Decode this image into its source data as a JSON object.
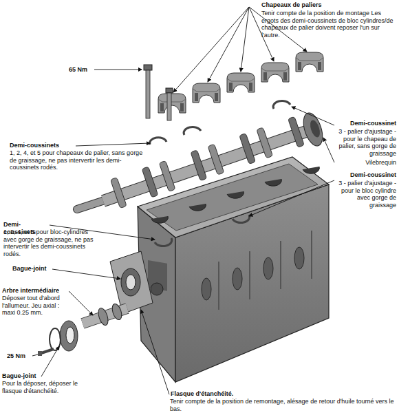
{
  "diagram": {
    "labels": [
      "Chapeaux de paliers",
      "Tenir compte de la position de montage Les ergots des demi-coussinets de bloc cylindres/de chapeaux de palier doivent reposer l'un sur l'autre.",
      "65 Nm",
      "Demi-coussinet",
      "3 - palier d'ajustage - pour le chapeau de palier, sans gorge de graissage",
      "Vilebrequin",
      "Demi-coussinets",
      "1, 2, 4, et 5 pour chapeaux de palier, sans gorge de graissage, ne pas intervertir les demi-coussinets rodés.",
      "Demi-coussinet",
      "3 - palier d'ajustage - pour le bloc cylindre avec gorge de graissage",
      "Demi-coussinets",
      "1, 2, 4, et 5 pour bloc-cylindres avec gorge de graissage, ne pas intervertir les demi-coussinets rodés.",
      "Bague-joint",
      "Arbre intermédiaire",
      "Déposer tout d'abord l'allumeur. Jeu axial : maxi 0.25 mm.",
      "25 Nm",
      "Bague-joint",
      "Pour la déposer, déposer le flasque d'étanchéité.",
      "Flasque d'étanchéité.",
      "Tenir compte de la position de remontage, alésage de retour d'huile tourné vers le bas."
    ]
  }
}
